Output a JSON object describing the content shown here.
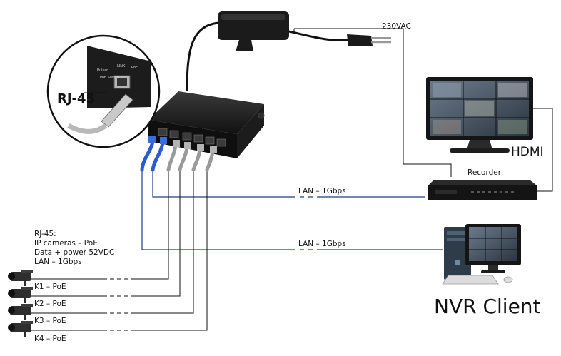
{
  "power": {
    "voltage_label": "230VAC"
  },
  "inset": {
    "connector_label": "RJ-45",
    "brand": "Pulsar",
    "port_text": "LINK",
    "poe_text": "PoE",
    "poe_switch_text": "PoE Switch"
  },
  "links": {
    "recorder_lan": "LAN – 1Gbps",
    "client_lan": "LAN – 1Gbps",
    "hdmi": "HDMI"
  },
  "devices": {
    "recorder": "Recorder",
    "nvr_client": "NVR Client"
  },
  "notes": {
    "line1": "RJ-45:",
    "line2": "IP cameras – PoE",
    "line3": "Data + power 52VDC",
    "line4": "LAN – 1Gbps"
  },
  "cameras": [
    {
      "label": "K1 – PoE"
    },
    {
      "label": "K2 – PoE"
    },
    {
      "label": "K3 – PoE"
    },
    {
      "label": "K4 – PoE"
    }
  ],
  "colors": {
    "lan_line": "#1f3f8f",
    "blue_cable": "#2a5bd7",
    "grey_cable": "#9a9a9a",
    "device_black": "#1a1a1a"
  }
}
